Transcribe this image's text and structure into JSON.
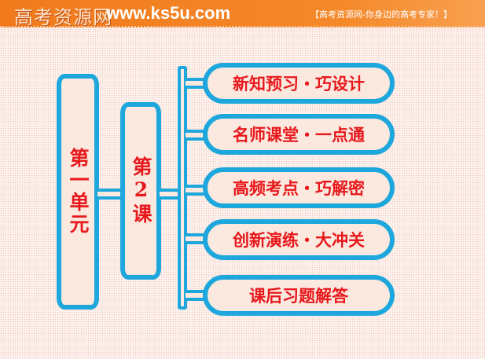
{
  "header": {
    "logo": "高考资源网",
    "url": "www.ks5u.com",
    "slogan": "【高考资源网-你身边的高考专家！】"
  },
  "unit": "第一单元",
  "lesson": "第2课",
  "sections": [
    {
      "label": "新知预习・巧设计"
    },
    {
      "label": "名师课堂・一点通"
    },
    {
      "label": "高频考点・巧解密"
    },
    {
      "label": "创新演练・大冲关"
    },
    {
      "label": "课后习题解答"
    }
  ],
  "colors": {
    "accent": "#1ea7dc",
    "text": "#e8181c",
    "header": "#f07a1c"
  }
}
